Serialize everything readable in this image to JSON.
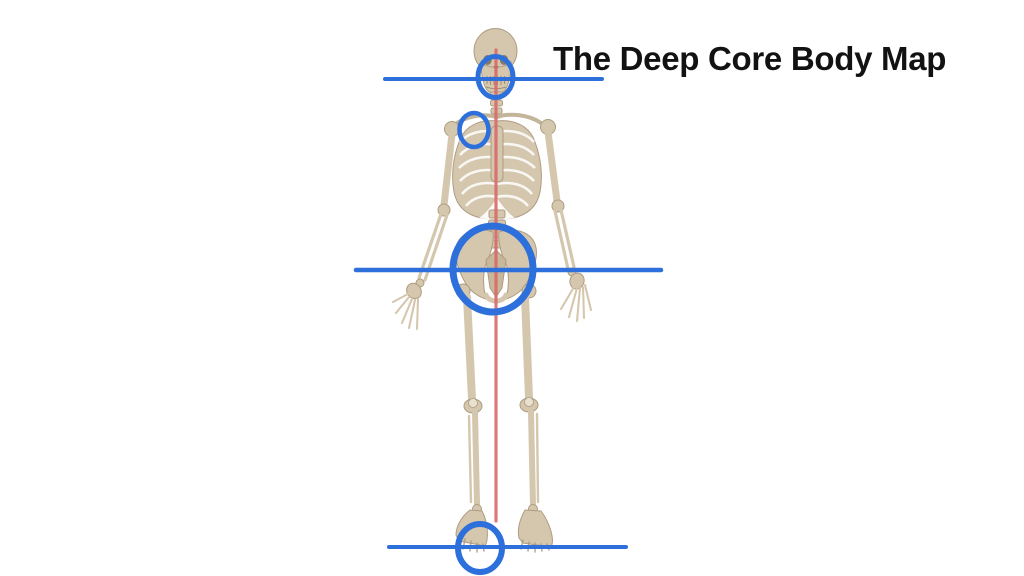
{
  "title": "The Deep Core Body Map",
  "colors": {
    "accent-blue": "#2D6FDB",
    "plumb-red": "#D96B6B",
    "bone": "#D5C7AE",
    "bone-dark": "#AD9C80",
    "bone-light": "#E9E1D0",
    "ink": "#121212",
    "bg": "#FFFFFF"
  },
  "figure": {
    "type": "annotated_anatomy_diagram",
    "subject": "human skeleton, anterior view with vertical plumb line",
    "alignment_lines": [
      {
        "name": "head-level-line"
      },
      {
        "name": "pelvis-level-line"
      },
      {
        "name": "feet-level-line"
      }
    ],
    "focus_circles": [
      {
        "name": "jaw-circle"
      },
      {
        "name": "shoulder-circle"
      },
      {
        "name": "pelvis-circle"
      },
      {
        "name": "foot-circle"
      }
    ]
  }
}
